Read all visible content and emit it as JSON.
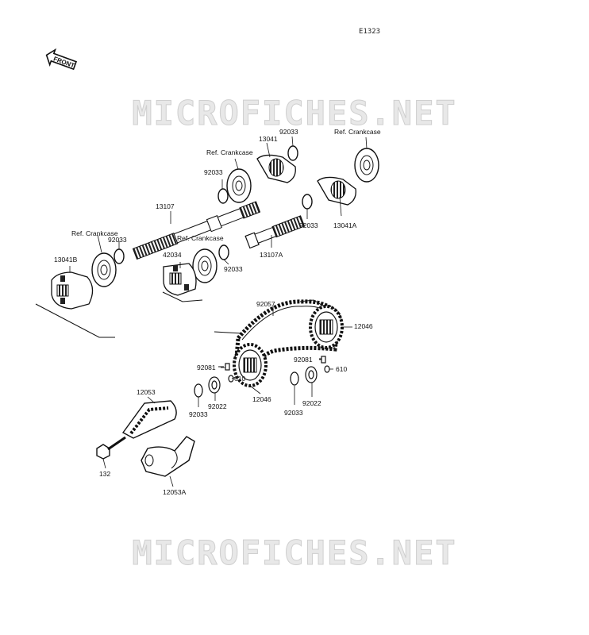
{
  "diagram_code": "E1323",
  "front_label": "FRONT",
  "watermark": "MICROFICHES.NET",
  "labels": {
    "p92033_a": "92033",
    "p13041": "13041",
    "ref_crank_a": "Ref. Crankcase",
    "ref_crank_b": "Ref. Crankcase",
    "p92033_b": "92033",
    "p13107": "13107",
    "ref_crank_c": "Ref. Crankcase",
    "p92033_c": "92033",
    "p13041b": "13041B",
    "ref_crank_d": "Ref. Crankcase",
    "p42034": "42034",
    "p92033_d": "92033",
    "p92033_e": "92033",
    "p13041a": "13041A",
    "p13107a": "13107A",
    "p92057": "92057",
    "p12046_a": "12046",
    "p92081_a": "92081",
    "p610_a": "610",
    "p92081_b": "92081",
    "p610_b": "610",
    "p12046_b": "12046",
    "p92033_f": "92033",
    "p92022_a": "92022",
    "p92033_g": "92033",
    "p92022_b": "92022",
    "p12053": "12053",
    "p132": "132",
    "p12053a": "12053A"
  }
}
